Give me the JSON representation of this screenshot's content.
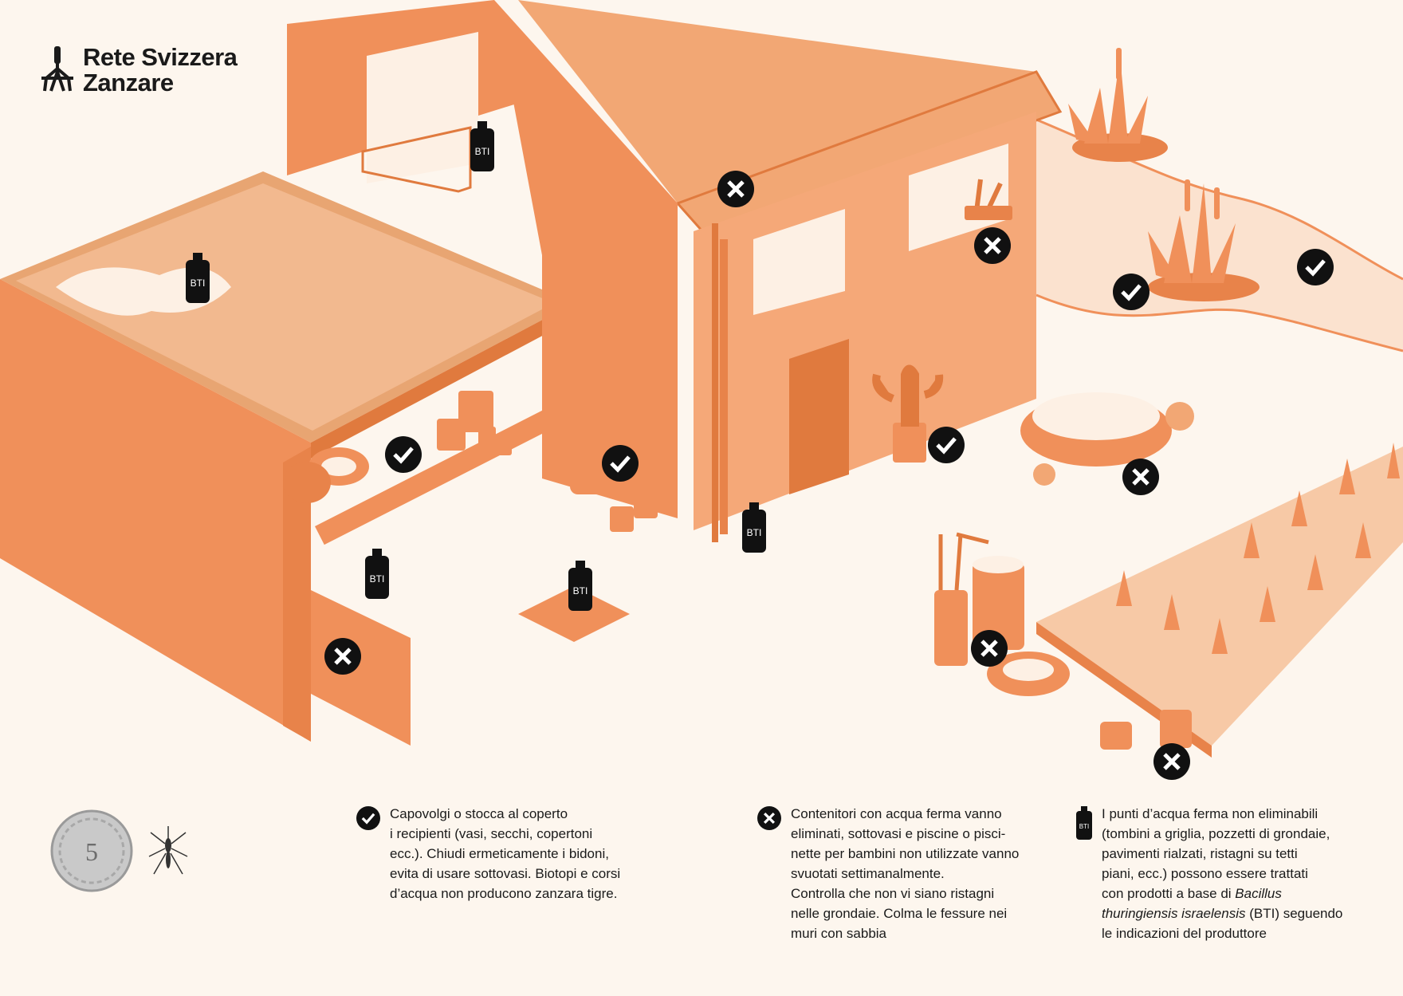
{
  "brand": {
    "line1": "Rete Svizzera",
    "line2": "Zanzare",
    "logo_icon": "mosquito-logo-icon"
  },
  "colors": {
    "background": "#fdf6ee",
    "accent": "#f0905a",
    "accent_dark": "#e07a3e",
    "accent_light": "#f7c9a6",
    "ink": "#1a1a1a"
  },
  "markers": {
    "bti_label": "BTI",
    "check_icon": "check-circle-icon",
    "cross_icon": "cross-circle-icon",
    "bottle_icon": "bti-bottle-icon"
  },
  "coin": {
    "value": "5"
  },
  "legend": {
    "check_text": "Capovolgi o stocca al coperto\ni recipienti (vasi, secchi, copertoni\necc.). Chiudi ermeticamente i bidoni,\nevita di usare sottovasi. Biotopi e corsi\nd’acqua non producono zanzara tigre.",
    "cross_text": "Contenitori con acqua ferma vanno\neliminati, sottovasi e piscine o pisci-\nnette per bambini non utilizzate vanno\nsvuotati settimanalmente.\nControlla che non vi siano ristagni\nnelle grondaie. Colma le fessure nei\nmuri con sabbia",
    "bti_text_before": "I punti d’acqua ferma non eliminabili\n(tombini a griglia, pozzetti di grondaie,\npavimenti rialzati, ristagni su tetti\npiani, ecc.) possono essere trattati\ncon prodotti a base di ",
    "bti_italic": "Bacillus\nthuringiensis israelensis",
    "bti_text_after": " (BTI) seguendo\nle indicazioni del produttore"
  }
}
